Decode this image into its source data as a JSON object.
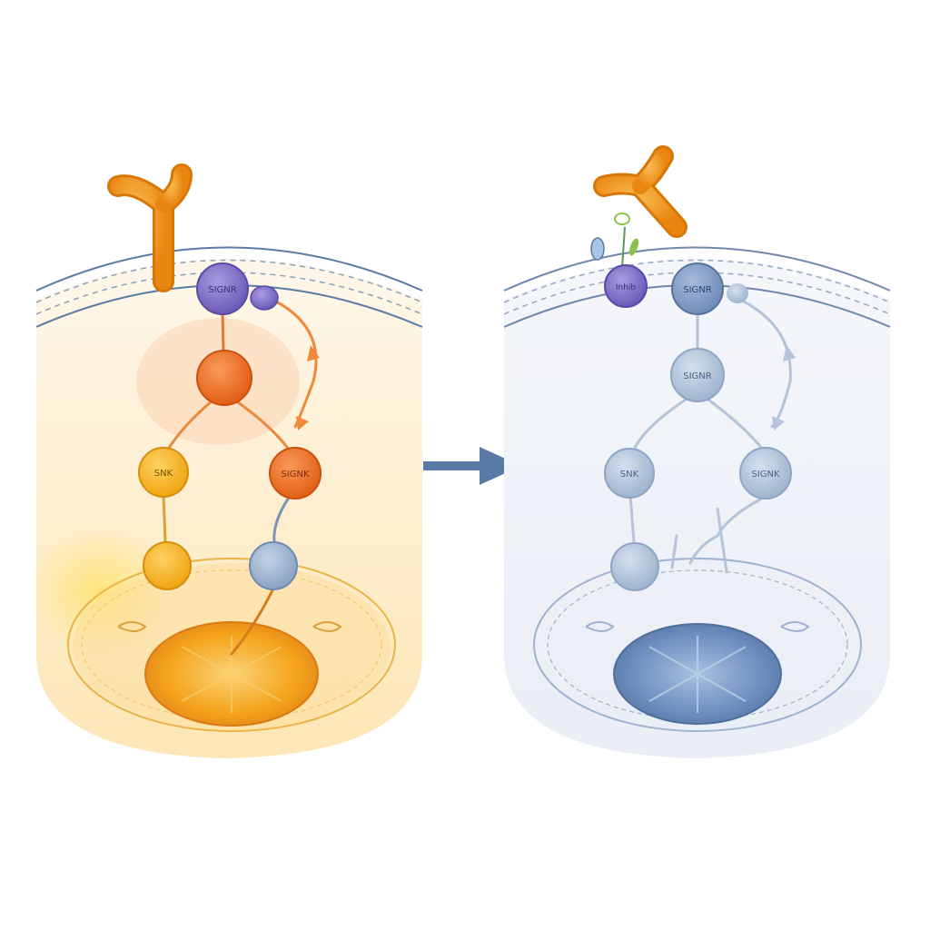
{
  "colors": {
    "active_glow": "#fde7b8",
    "active_membrane": "#5b7ca6",
    "receptor": "#f39a1e",
    "receptor_dark": "#d77708",
    "purple_node": "#7c6cc4",
    "orange_node": "#ee6e22",
    "yellow_node": "#f5b21b",
    "bluegrey_node": "#8fa9c8",
    "nucleus_active": "#f4a31b",
    "nucleus_inactive": "#6f8fc0",
    "inactive_panel": "#eef2f7",
    "arrow": "#5a7aa6"
  },
  "panels": [
    {
      "state": "active",
      "node_labels": {
        "top": "SIGNR",
        "upper": "",
        "left": "SNK",
        "right": "SIGNK",
        "lower_left": "",
        "lower_right": ""
      }
    },
    {
      "state": "inactive",
      "node_labels": {
        "top_small": "Inhib",
        "top": "SIGNR",
        "upper": "SIGNR",
        "left": "SNK",
        "right": "SIGNK",
        "lower_left": ""
      }
    }
  ],
  "arrow": {
    "direction": "right",
    "icon": "right-arrow-icon"
  }
}
